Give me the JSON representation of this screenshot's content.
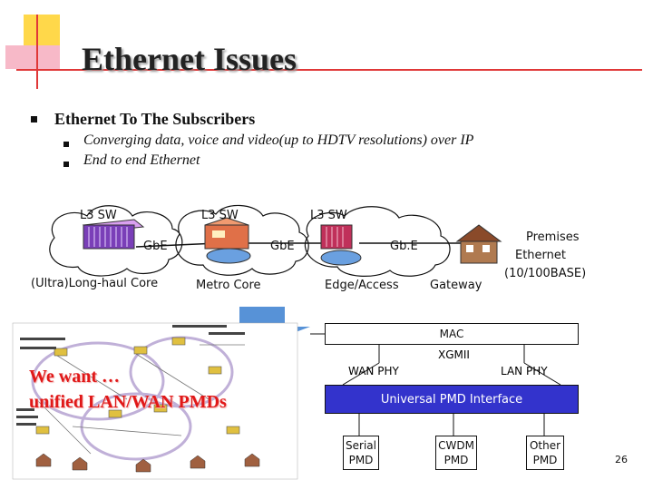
{
  "slide": {
    "title": "Ethernet Issues",
    "page_number": "26"
  },
  "bullets": {
    "main": "Ethernet To The Subscribers",
    "subs": [
      "Converging data, voice and video(up to HDTV resolutions) over IP",
      "End to end Ethernet"
    ]
  },
  "network": {
    "switches": [
      "L3 SW",
      "L3 SW",
      "L3 SW"
    ],
    "links": [
      "GbE",
      "GbE",
      "Gb.E"
    ],
    "segments": [
      "(Ultra)Long-haul Core",
      "Metro Core",
      "Edge/Access",
      "Gateway"
    ],
    "premises": [
      "Premises",
      "Ethernet",
      "(10/100BASE)"
    ]
  },
  "stack": {
    "mac": "MAC",
    "xgmii": "XGMII",
    "wan_phy": "WAN PHY",
    "lan_phy": "LAN PHY",
    "universal": "Universal PMD Interface",
    "pmds": [
      {
        "line1": "Serial",
        "line2": "PMD"
      },
      {
        "line1": "CWDM",
        "line2": "PMD"
      },
      {
        "line1": "Other",
        "line2": "PMD"
      }
    ]
  },
  "overlay": {
    "line1": "We want …",
    "line2": "unified LAN/WAN PMDs"
  },
  "colors": {
    "universal_fill": "#3333cc",
    "universal_text": "#ffffff",
    "overlay_text": "#e01818",
    "arrow": "#3a7fd0",
    "deco_yellow": "#ffd84a",
    "deco_pink": "#f7b9c8",
    "deco_red": "#e03838"
  }
}
